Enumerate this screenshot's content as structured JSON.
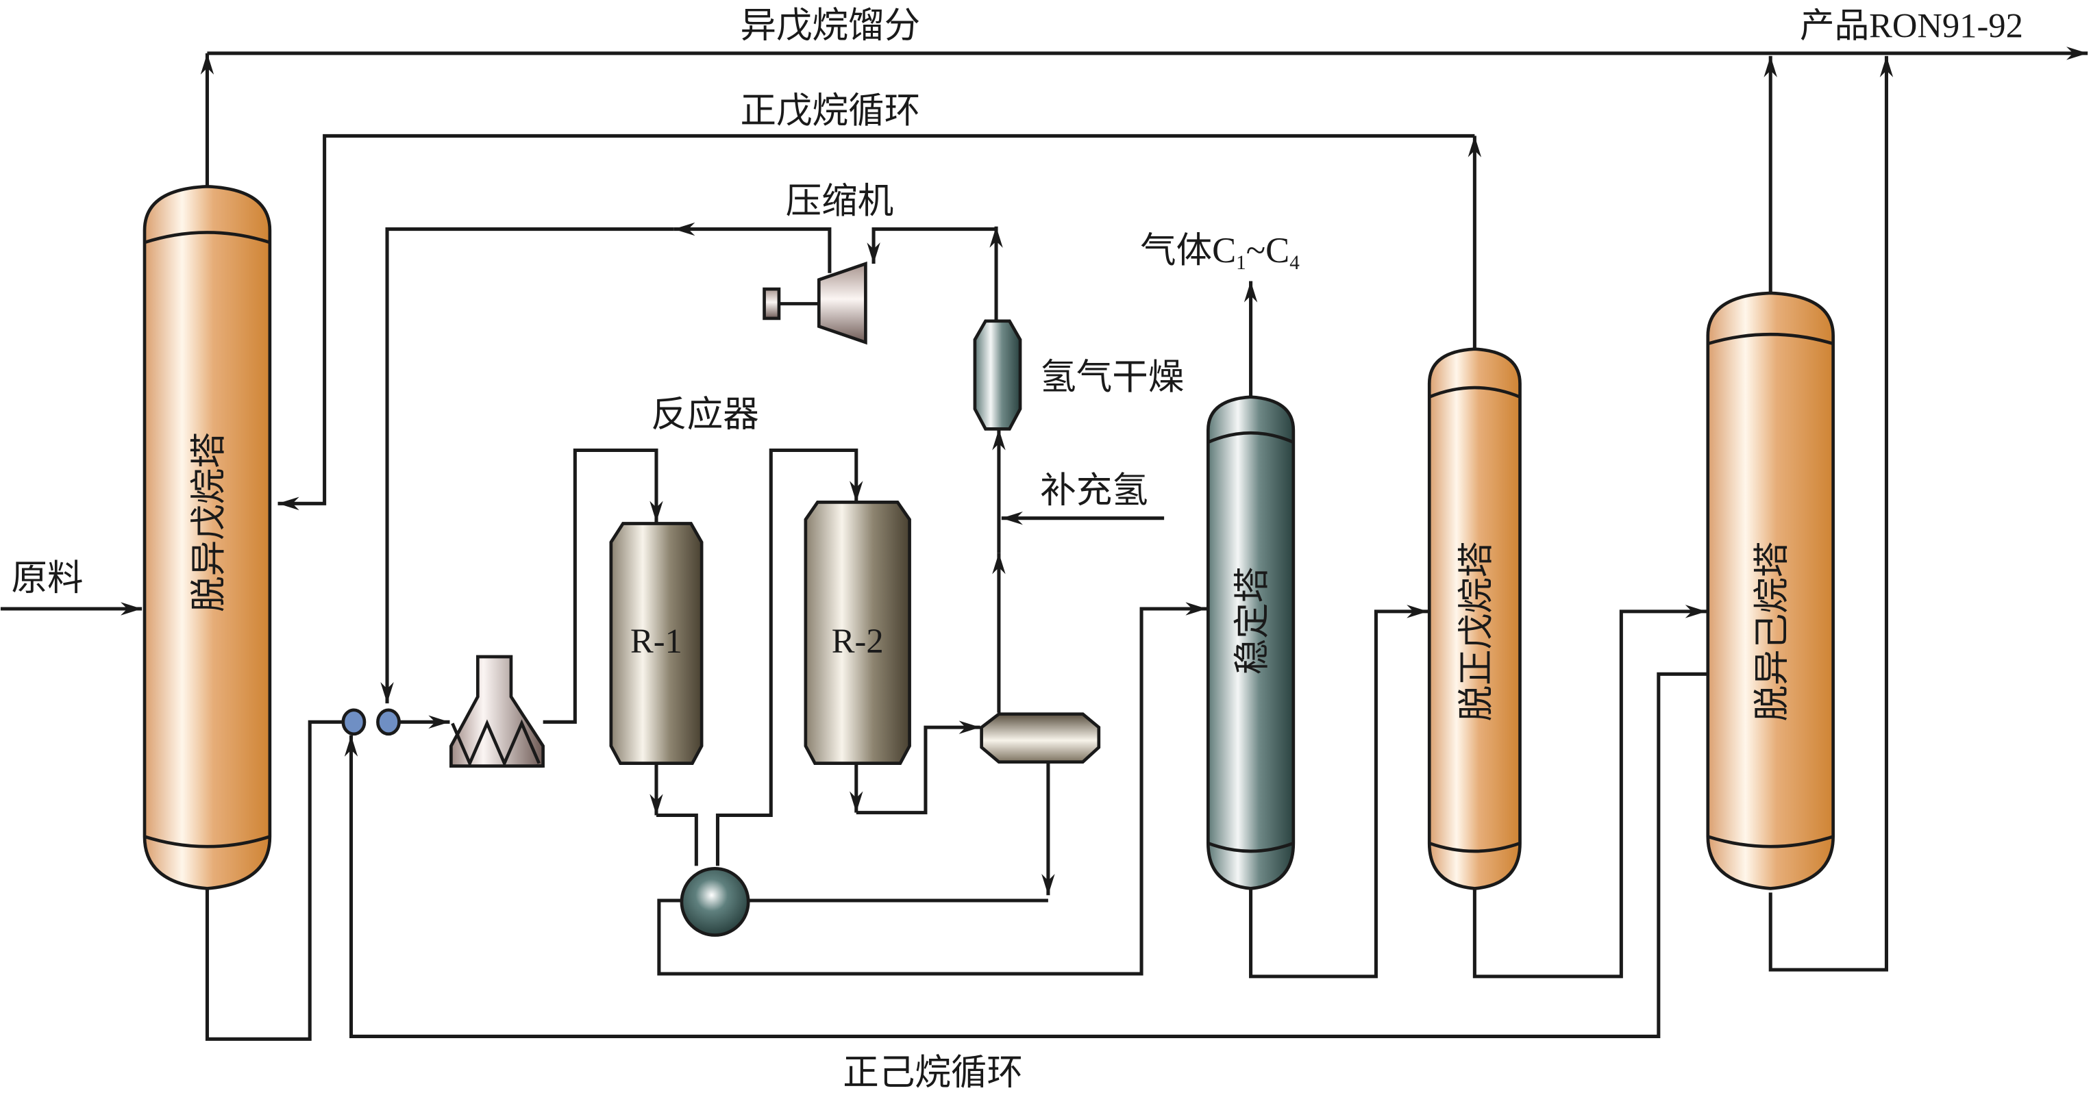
{
  "diagram": {
    "title": "C5/C6 isomerization process flow",
    "labels": {
      "isopentane_fraction": "异戊烷馏分",
      "product": "产品RON91-92",
      "n_pentane_recycle": "正戊烷循环",
      "compressor": "压缩机",
      "gas": "气体C",
      "gas_sub1": "1",
      "gas_tilde": "~C",
      "gas_sub4": "4",
      "hydrogen_drying": "氢气干燥",
      "reactor": "反应器",
      "makeup_hydrogen": "补充氢",
      "feed": "原料",
      "n_hexane_recycle": "正己烷循环"
    },
    "equipment": {
      "deisopentanizer": "脱异戊烷塔",
      "stabilizer": "稳定塔",
      "depentanizer": "脱正戊烷塔",
      "deisohexanizer": "脱异己烷塔",
      "reactor_1": "R-1",
      "reactor_2": "R-2"
    },
    "colors": {
      "column_orange": "#d28a3c",
      "column_teal": "#2f4a48",
      "reactor_brown": "#5a5040",
      "heater_mauve": "#6e5a55",
      "pump_blue": "#6f8fc4",
      "line": "#1a1a1a"
    }
  }
}
